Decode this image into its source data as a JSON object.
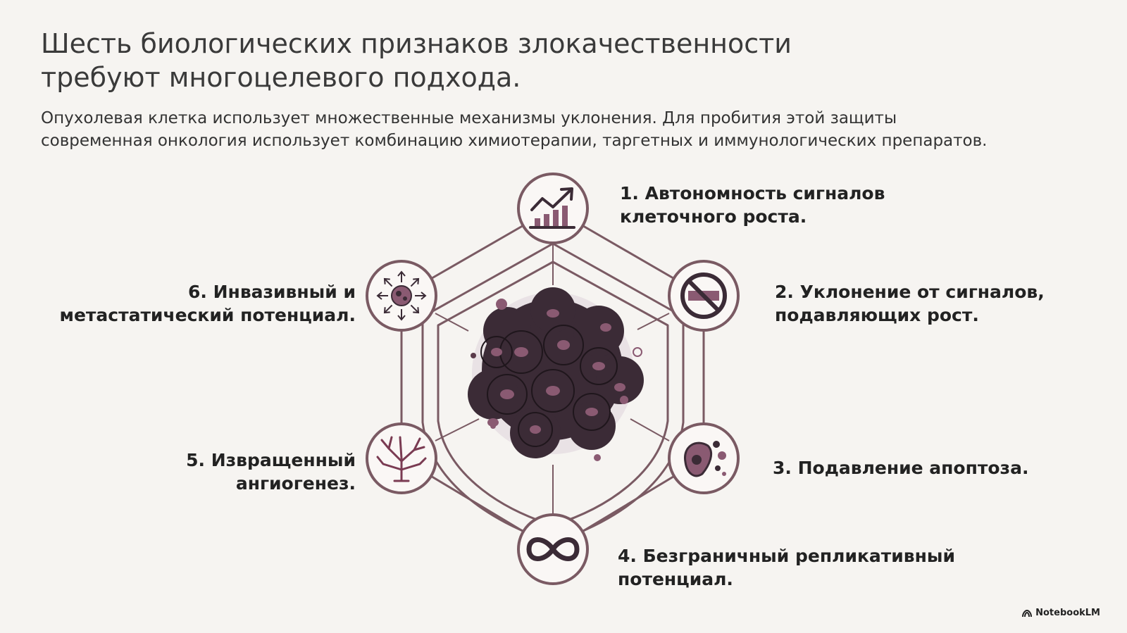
{
  "title": {
    "line1": "Шесть биологических признаков злокачественности",
    "line2": "требуют многоцелевого подхода."
  },
  "subtitle": {
    "line1": "Опухолевая клетка использует множественные механизмы уклонения. Для пробития этой защиты",
    "line2": "современная онкология использует комбинацию химиотерапии, таргетных и иммунологических препаратов."
  },
  "hallmarks": [
    {
      "line1": "1. Автономность сигналов",
      "line2": "клеточного роста.",
      "icon": "growth-chart-icon"
    },
    {
      "line1": "2. Уклонение от сигналов,",
      "line2": "подавляющих рост.",
      "icon": "prohibit-icon"
    },
    {
      "line1": "3. Подавление апоптоза.",
      "line2": "",
      "icon": "apoptosis-cell-icon"
    },
    {
      "line1": "4. Безграничный репликативный",
      "line2": "потенциал.",
      "icon": "infinity-icon"
    },
    {
      "line1": "5. Извращенный",
      "line2": "ангиогенез.",
      "icon": "blood-vessel-tree-icon"
    },
    {
      "line1": "6. Инвазивный и",
      "line2": "метастатический потенциал.",
      "icon": "spreading-cell-icon"
    }
  ],
  "brand": "NotebookLM",
  "colors": {
    "frame": "#7a5a63",
    "node_fill": "#faf7f5",
    "cell_dark": "#3b2b36",
    "cell_nucleus": "#8a5a72",
    "background": "#f6f4f1"
  }
}
